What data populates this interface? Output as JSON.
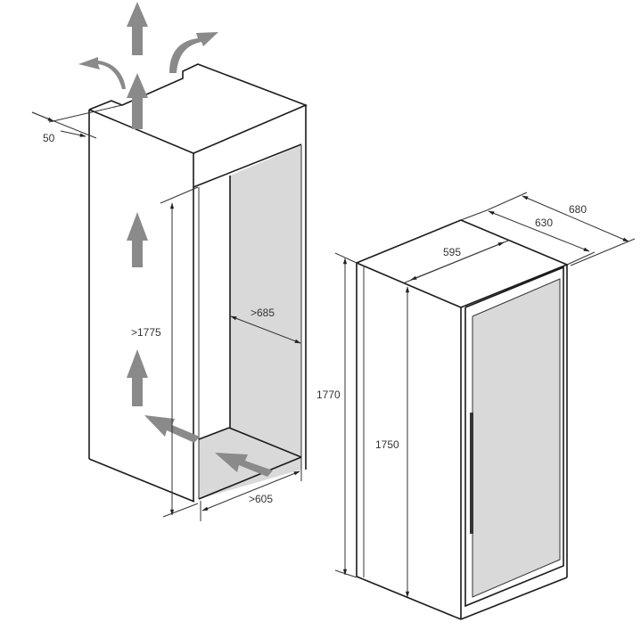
{
  "niche": {
    "dimensions": {
      "top_gap": "50",
      "height": ">1775",
      "depth": ">685",
      "width": ">605"
    },
    "airflow_arrows": [
      "intake-front-bottom",
      "intake-floor",
      "rise-rear",
      "exhaust-top",
      "exhaust-left",
      "exhaust-right",
      "rise-lower"
    ]
  },
  "appliance": {
    "dimensions": {
      "total_height": "1770",
      "body_height": "1750",
      "width": "595",
      "depth": "630",
      "depth_with_door": "680"
    }
  },
  "colors": {
    "line": "#1a1a1a",
    "arrow": "#8a8a8a",
    "fill": "#d9d9d9"
  }
}
